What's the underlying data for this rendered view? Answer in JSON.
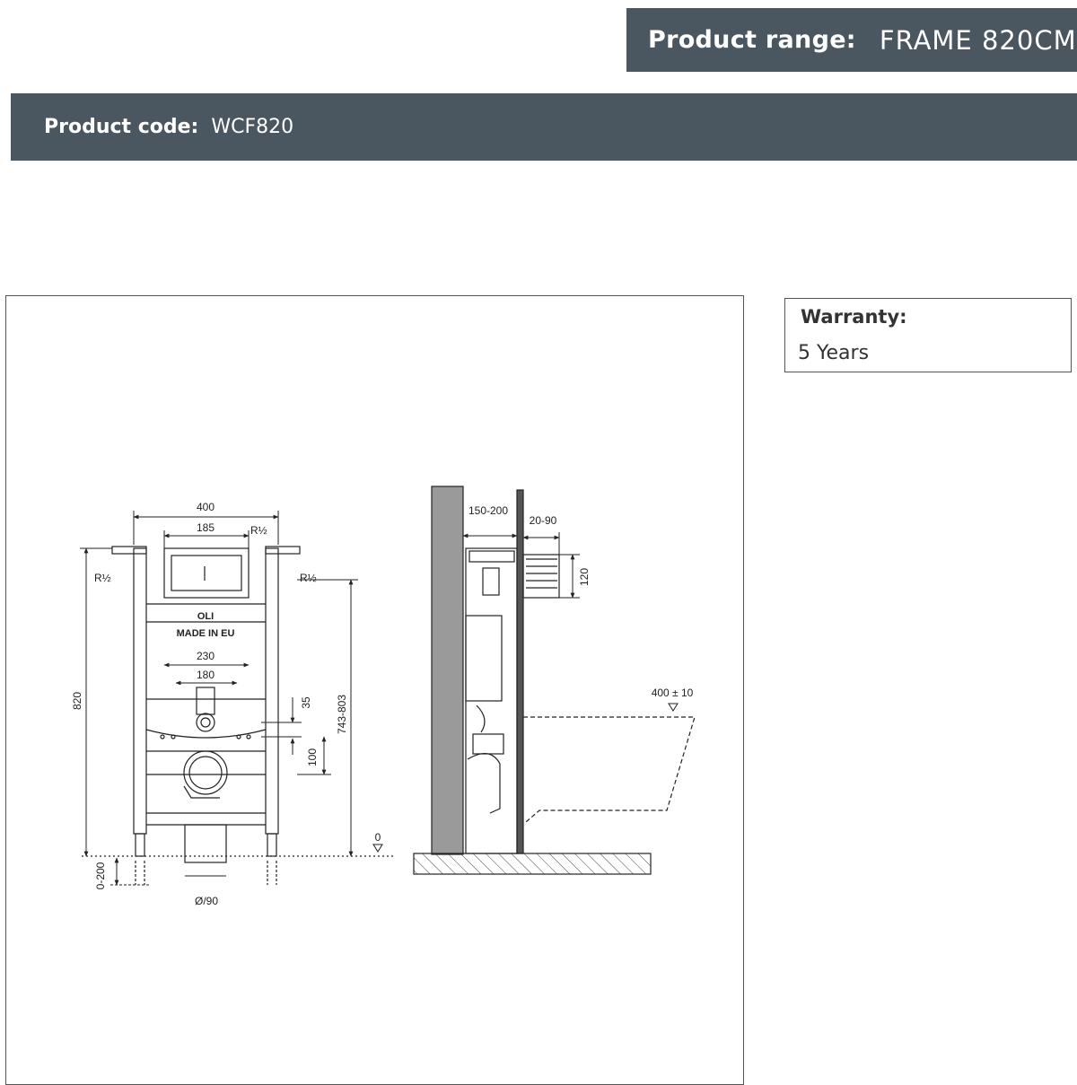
{
  "header": {
    "range_label": "Product range:",
    "range_value": "FRAME 820CM",
    "code_label": "Product code:",
    "code_value": "WCF820"
  },
  "warranty": {
    "label": "Warranty:",
    "value": "5 Years"
  },
  "drawing": {
    "front": {
      "dim_width_total": "400",
      "dim_width_inner": "185",
      "pipe_top": "R½",
      "pipe_left": "R½",
      "pipe_right": "R½",
      "brand": "OLI",
      "made_in": "MADE IN EU",
      "dim_230": "230",
      "dim_180": "180",
      "dim_height": "820",
      "dim_range": "743-803",
      "dim_35": "35",
      "dim_100": "100",
      "dim_feet": "0-200",
      "dim_diameter": "Ø/90",
      "zero_mark": "0"
    },
    "side": {
      "dim_depth": "150-200",
      "dim_cover": "20-90",
      "dim_120": "120",
      "dim_bowl": "400 ± 10"
    }
  },
  "colors": {
    "header_bg": "#4a5660",
    "wall": "#9a9a9a"
  }
}
